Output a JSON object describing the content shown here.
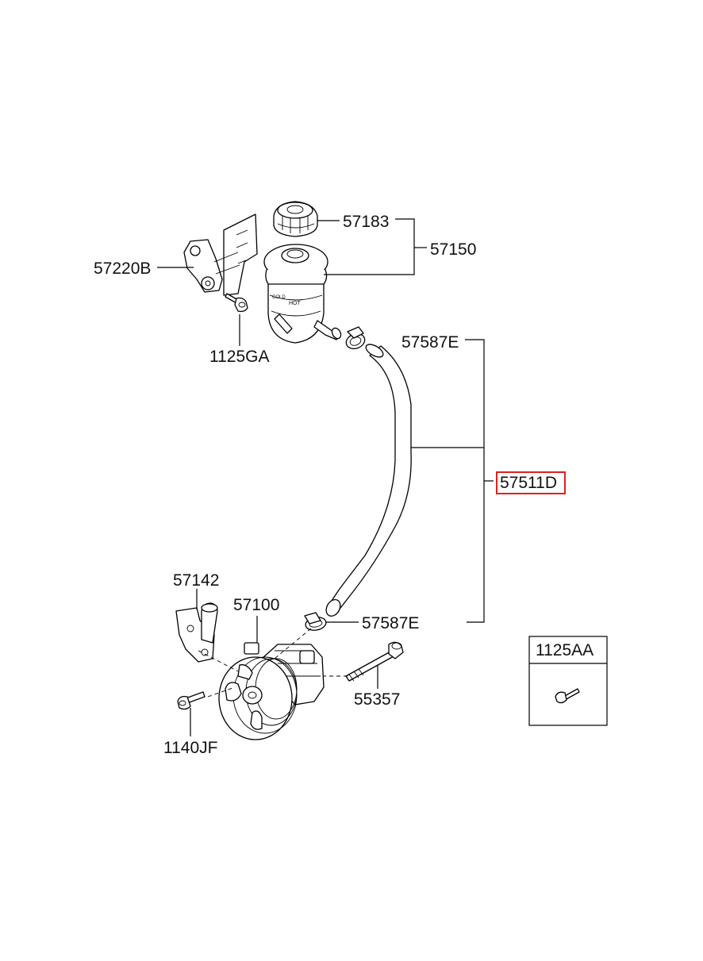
{
  "diagram": {
    "labels": {
      "p57183": "57183",
      "p57150": "57150",
      "p57220B": "57220B",
      "p1125GA": "1125GA",
      "p57587E_top": "57587E",
      "p57511D": "57511D",
      "p57142": "57142",
      "p57100": "57100",
      "p57587E_bottom": "57587E",
      "p55357": "55357",
      "p1140JF": "1140JF",
      "p1125AA": "1125AA"
    },
    "reservoir_markings": {
      "hot": "HOT",
      "cold": "COLD"
    },
    "highlight_color": "#e02020"
  }
}
